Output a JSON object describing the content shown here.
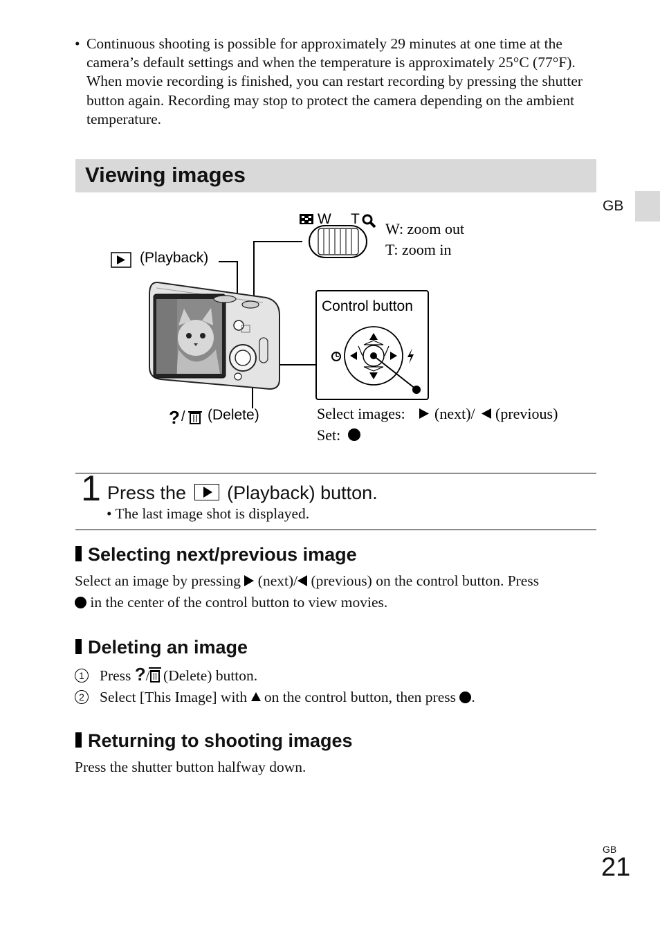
{
  "intro_bullet": "Continuous shooting is possible for approximately 29 minutes at one time at the camera’s default settings and when the temperature is approximately 25°C (77°F). When movie recording is finished, you can restart recording by pressing the shutter button again. Recording may stop to protect the camera depending on the ambient temperature.",
  "section_title": "Viewing images",
  "side_tab_label": "GB",
  "diagram": {
    "zoom_w": "W",
    "zoom_t": "T",
    "zoom_out": "W: zoom out",
    "zoom_in": "T: zoom in",
    "playback_label": "(Playback)",
    "control_button_label": "Control button",
    "delete_label": "(Delete)",
    "select_prefix": "Select images:",
    "select_next": "(next)/",
    "select_prev": "(previous)",
    "set_label": "Set:"
  },
  "step1": {
    "number": "1",
    "title_pre": "Press the",
    "title_post": "(Playback) button.",
    "note": "• The last image shot is displayed."
  },
  "selecting": {
    "heading": "Selecting next/previous image",
    "p1": "Select an image by pressing",
    "p2": "(next)/",
    "p3": "(previous) on the control button. Press",
    "p4": "in the center of the control button to view movies."
  },
  "deleting": {
    "heading": "Deleting an image",
    "step1_num": "1",
    "step1_pre": "Press",
    "step1_post": "(Delete) button.",
    "step2_num": "2",
    "step2_pre": "Select [This Image] with",
    "step2_post": "on the control button, then press"
  },
  "returning": {
    "heading": "Returning to shooting images",
    "text": "Press the shutter button halfway down."
  },
  "footer": {
    "gb": "GB",
    "page_number": "21"
  }
}
